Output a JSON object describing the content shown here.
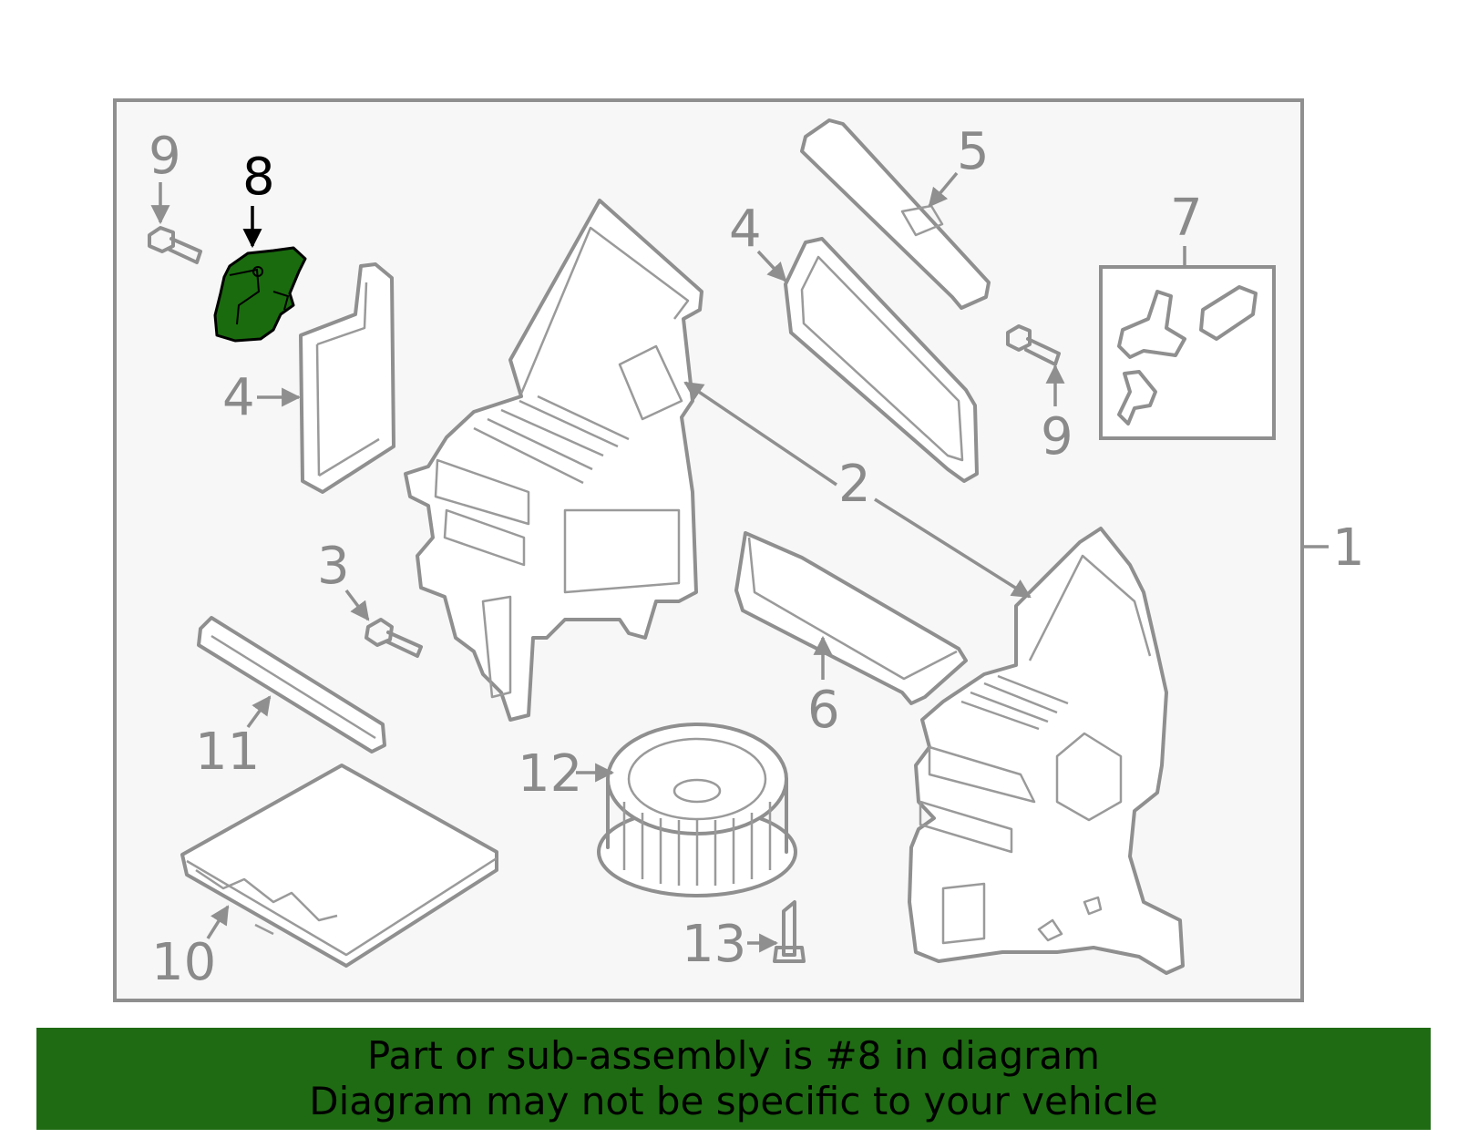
{
  "diagram": {
    "callouts": [
      "1",
      "2",
      "3",
      "4",
      "4",
      "5",
      "6",
      "7",
      "8",
      "9",
      "9",
      "10",
      "11",
      "12",
      "13"
    ],
    "highlight_part": "8",
    "colors": {
      "highlight": "#1a6b0e",
      "linework": "#8f8f8f",
      "panel_background": "#f7f7f7",
      "banner": "#1f6b13"
    }
  },
  "banner": {
    "line1": "Part or sub-assembly is #8 in diagram",
    "line2": "Diagram may not be specific to your vehicle"
  }
}
